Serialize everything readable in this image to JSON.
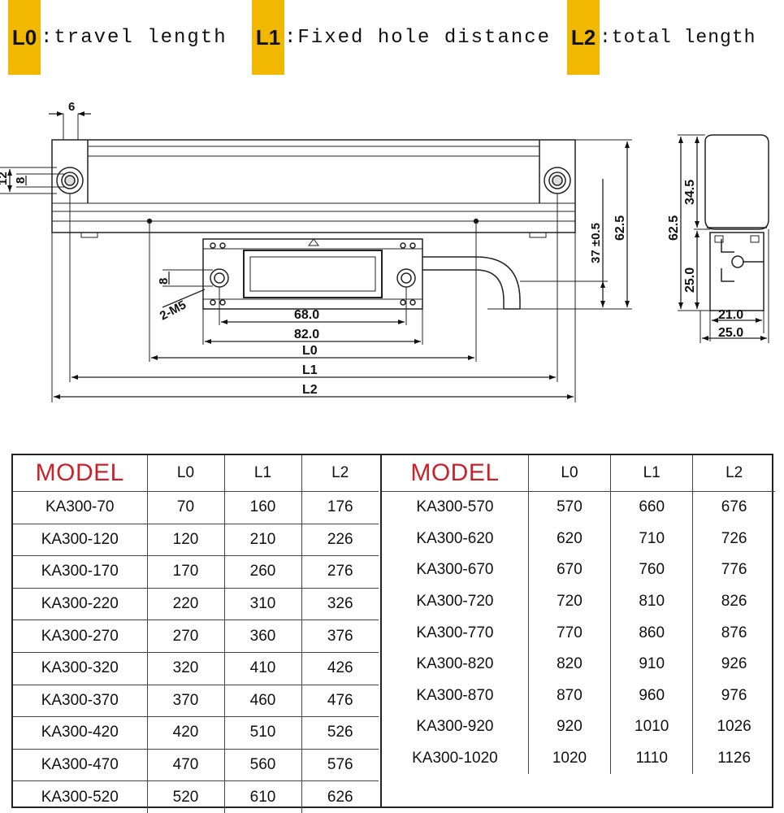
{
  "legend": [
    {
      "code": "L0",
      "text": ":travel length"
    },
    {
      "code": "L1",
      "text": ":Fixed hole distance"
    },
    {
      "code": "L2",
      "text": ":total length"
    }
  ],
  "colors": {
    "badge": "#f2b800",
    "model_header": "#c8232c"
  },
  "drawing": {
    "dim_top": "6",
    "dim_12": "12",
    "dim_8_left": "8",
    "dim_8_mount": "8",
    "thread": "2-M5",
    "dim_68": "68.0",
    "dim_82": "82.0",
    "label_l0": "L0",
    "label_l1": "L1",
    "label_l2": "L2",
    "dim_37": "37 ±0.5",
    "dim_62_5": "62.5",
    "side_62_5": "62.5",
    "side_34_5": "34.5",
    "side_25": "25.0",
    "side_21": "21.0",
    "side_25_bottom": "25.0"
  },
  "table": {
    "headers": [
      "MODEL",
      "L0",
      "L1",
      "L2"
    ],
    "left_rows": [
      [
        "KA300-70",
        "70",
        "160",
        "176"
      ],
      [
        "KA300-120",
        "120",
        "210",
        "226"
      ],
      [
        "KA300-170",
        "170",
        "260",
        "276"
      ],
      [
        "KA300-220",
        "220",
        "310",
        "326"
      ],
      [
        "KA300-270",
        "270",
        "360",
        "376"
      ],
      [
        "KA300-320",
        "320",
        "410",
        "426"
      ],
      [
        "KA300-370",
        "370",
        "460",
        "476"
      ],
      [
        "KA300-420",
        "420",
        "510",
        "526"
      ],
      [
        "KA300-470",
        "470",
        "560",
        "576"
      ],
      [
        "KA300-520",
        "520",
        "610",
        "626"
      ]
    ],
    "right_rows": [
      [
        "KA300-570",
        "570",
        "660",
        "676"
      ],
      [
        "KA300-620",
        "620",
        "710",
        "726"
      ],
      [
        "KA300-670",
        "670",
        "760",
        "776"
      ],
      [
        "KA300-720",
        "720",
        "810",
        "826"
      ],
      [
        "KA300-770",
        "770",
        "860",
        "876"
      ],
      [
        "KA300-820",
        "820",
        "910",
        "926"
      ],
      [
        "KA300-870",
        "870",
        "960",
        "976"
      ],
      [
        "KA300-920",
        "920",
        "1010",
        "1026"
      ],
      [
        "KA300-1020",
        "1020",
        "1110",
        "1126"
      ]
    ]
  }
}
